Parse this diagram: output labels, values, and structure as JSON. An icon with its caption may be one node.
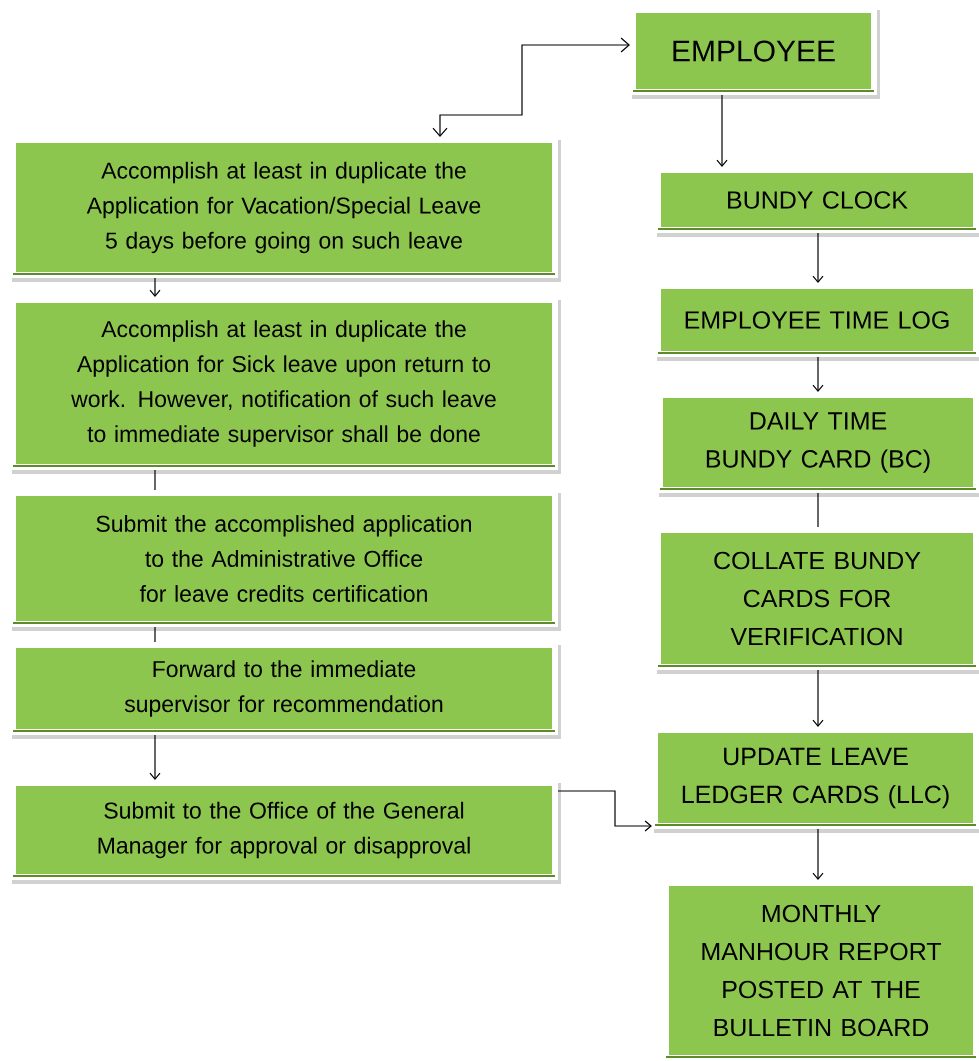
{
  "diagram": {
    "nodes": [
      {
        "text": [
          "Accomplish at least in duplicate the Application for Vacation/Special Leave 5 days before going on such leave"
        ]
      },
      {
        "text": [
          "Accomplish at least in duplicate the Application for Sick leave upon return to work. However, notification of such leave to immediate supervisor shall be done"
        ]
      },
      {
        "text": [
          "Submit the accomplished application to the Administrative Office for leave credits certification"
        ]
      },
      {
        "text": [
          "Forward to the immediate supervisor for recommendation"
        ]
      },
      {
        "text": [
          "Submit to the Office of the General Manager for approval or disapproval"
        ]
      },
      {
        "text": [
          "EMPLOYEE"
        ]
      },
      {
        "text": [
          "BUNDY CLOCK"
        ]
      },
      {
        "text": [
          "EMPLOYEE TIME LOG"
        ]
      },
      {
        "text": [
          "DAILY TIME BUNDY CARD (BC)"
        ]
      },
      {
        "text": [
          "COLLATE BUNDY CARDS FOR VERIFICATION"
        ]
      },
      {
        "text": [
          "UPDATE LEAVE LEDGER CARDS (LLC)"
        ]
      },
      {
        "text": [
          "MONTHLY MANHOUR REPORT POSTED AT THE BULLETIN BOARD"
        ]
      }
    ],
    "edges": [
      {
        "from": 0,
        "to": 5,
        "arrow": "both"
      },
      {
        "from": 0,
        "to": 1,
        "arrow": "to"
      },
      {
        "from": 1,
        "to": 2,
        "arrow": "none"
      },
      {
        "from": 2,
        "to": 3,
        "arrow": "none"
      },
      {
        "from": 3,
        "to": 4,
        "arrow": "to"
      },
      {
        "from": 5,
        "to": 6,
        "arrow": "to"
      },
      {
        "from": 6,
        "to": 7,
        "arrow": "to"
      },
      {
        "from": 7,
        "to": 8,
        "arrow": "to"
      },
      {
        "from": 8,
        "to": 9,
        "arrow": "none"
      },
      {
        "from": 9,
        "to": 10,
        "arrow": "to"
      },
      {
        "from": 10,
        "to": 11,
        "arrow": "to"
      },
      {
        "from": 4,
        "to": 10,
        "arrow": "to"
      }
    ]
  }
}
